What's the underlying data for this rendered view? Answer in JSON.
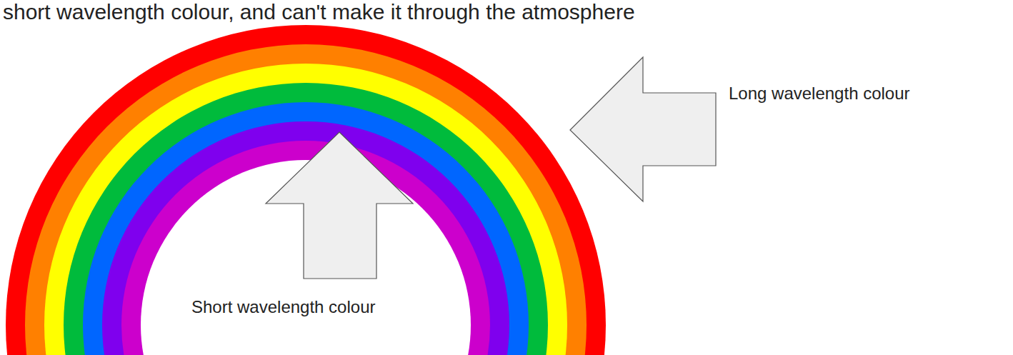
{
  "diagram": {
    "labels": [
      "short wavelength colour, and can't make it through the atmosphere",
      "Long wavelength colour",
      "Short wavelength colour"
    ]
  }
}
